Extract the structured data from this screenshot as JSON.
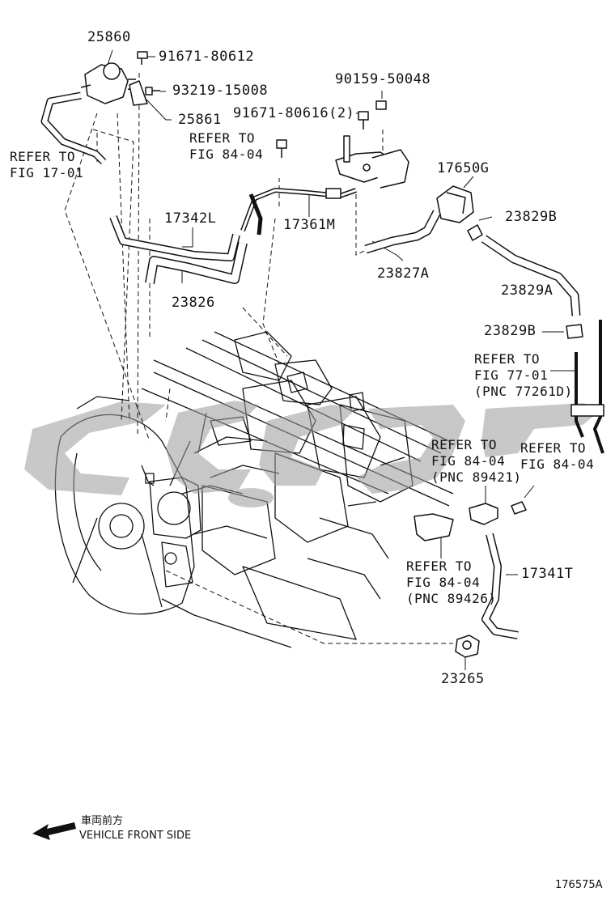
{
  "diagram": {
    "part_numbers": {
      "p25860": "25860",
      "p91671_80612": "91671-80612",
      "p93219_15008": "93219-15008",
      "p25861": "25861",
      "p90159_50048": "90159-50048",
      "p91671_80616": "91671-80616(2)",
      "p17650G": "17650G",
      "p23829B_top": "23829B",
      "p17342L": "17342L",
      "p17361M": "17361M",
      "p23827A": "23827A",
      "p23829A": "23829A",
      "p23826": "23826",
      "p23829B_mid": "23829B",
      "p17341T": "17341T",
      "p23265": "23265"
    },
    "references": {
      "ref_17_01": "REFER TO\nFIG 17-01",
      "ref_84_04_top": "REFER TO\nFIG 84-04",
      "ref_77_01": "REFER TO\nFIG 77-01\n(PNC 77261D)",
      "ref_84_04_89421": "REFER TO\nFIG 84-04\n(PNC 89421)",
      "ref_84_04_right": "REFER TO\nFIG 84-04",
      "ref_84_04_89426": "REFER TO\nFIG 84-04\n(PNC 89426)"
    },
    "legend": {
      "japanese": "車両前方",
      "english": "VEHICLE FRONT SIDE"
    },
    "figure_number": "176575A",
    "colors": {
      "line": "#111111",
      "watermark": "#9a9a9a"
    }
  }
}
